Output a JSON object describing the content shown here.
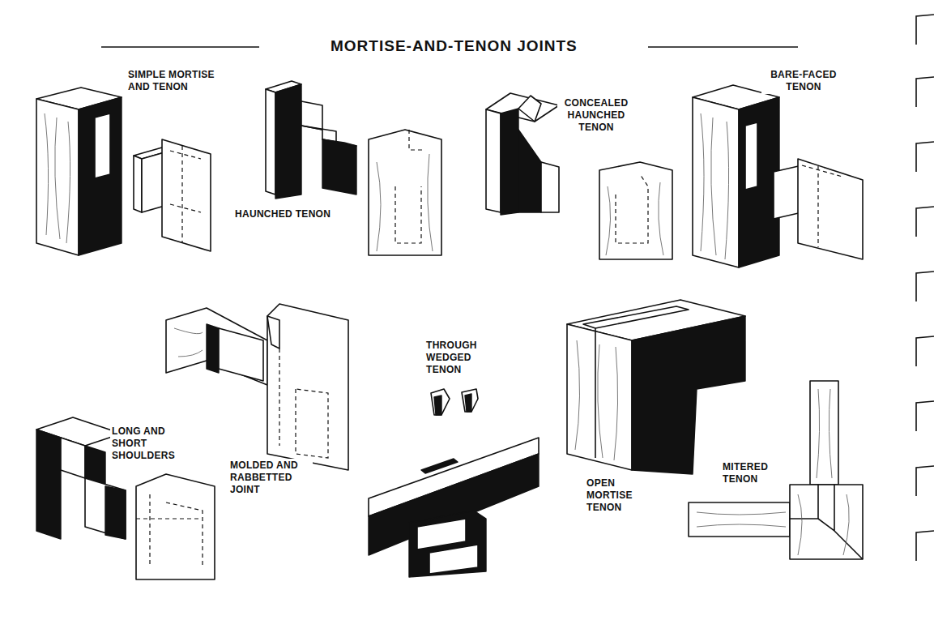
{
  "diagram": {
    "title": "MORTISE-AND-TENON JOINTS",
    "labels": [
      "SIMPLE MORTISE AND TENON",
      "CONCEALED HAUNCHED TENON",
      "BARE-FACED TENON",
      "HAUNCHED TENON",
      "THROUGH WEDGED TENON",
      "LONG AND SHORT SHOULDERS",
      "MOLDED AND RABBETTED JOINT",
      "MITERED TENON",
      "OPEN MORTISE TENON"
    ]
  }
}
